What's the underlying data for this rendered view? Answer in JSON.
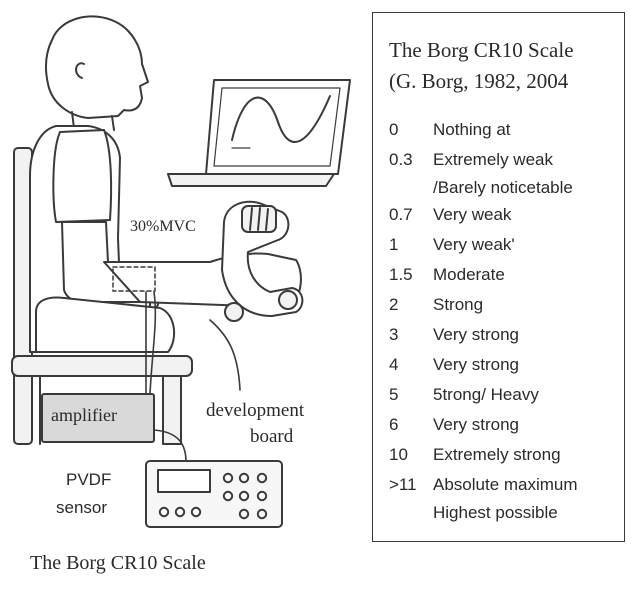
{
  "figure": {
    "caption": "The Borg CR10 Scale",
    "labels": {
      "mvc": "30%MVC",
      "amplifier": "amplifier",
      "development_board_line1": "development",
      "development_board_line2": "board",
      "pvdf_line1": "PVDF",
      "pvdf_line2": "sensor"
    }
  },
  "scale_panel": {
    "title_line1": "The Borg CR10 Scale",
    "title_line2": "(G. Borg, 1982, 2004",
    "rows": [
      {
        "value": "0",
        "lines": [
          "Nothing at"
        ]
      },
      {
        "value": "0.3",
        "lines": [
          "Extremely weak",
          "/Barely noticetable"
        ]
      },
      {
        "value": "0.7",
        "lines": [
          "Very weak"
        ]
      },
      {
        "value": "1",
        "lines": [
          "Very weak'"
        ]
      },
      {
        "value": "1.5",
        "lines": [
          "Moderate"
        ]
      },
      {
        "value": "2",
        "lines": [
          "Strong"
        ]
      },
      {
        "value": "3",
        "lines": [
          "Very strong"
        ]
      },
      {
        "value": "4",
        "lines": [
          "Very strong"
        ]
      },
      {
        "value": "5",
        "lines": [
          "5trong/ Heavy"
        ]
      },
      {
        "value": "6",
        "lines": [
          "Very strong"
        ]
      },
      {
        "value": "10",
        "lines": [
          "Extremely strong"
        ]
      },
      {
        "value": ">11",
        "lines": [
          "Absolute maximum",
          "Highest possible"
        ]
      }
    ]
  },
  "colors": {
    "line": "#3a3a3a",
    "fill_gray": "#d9d9d9",
    "fill_light": "#f2f2f2"
  }
}
